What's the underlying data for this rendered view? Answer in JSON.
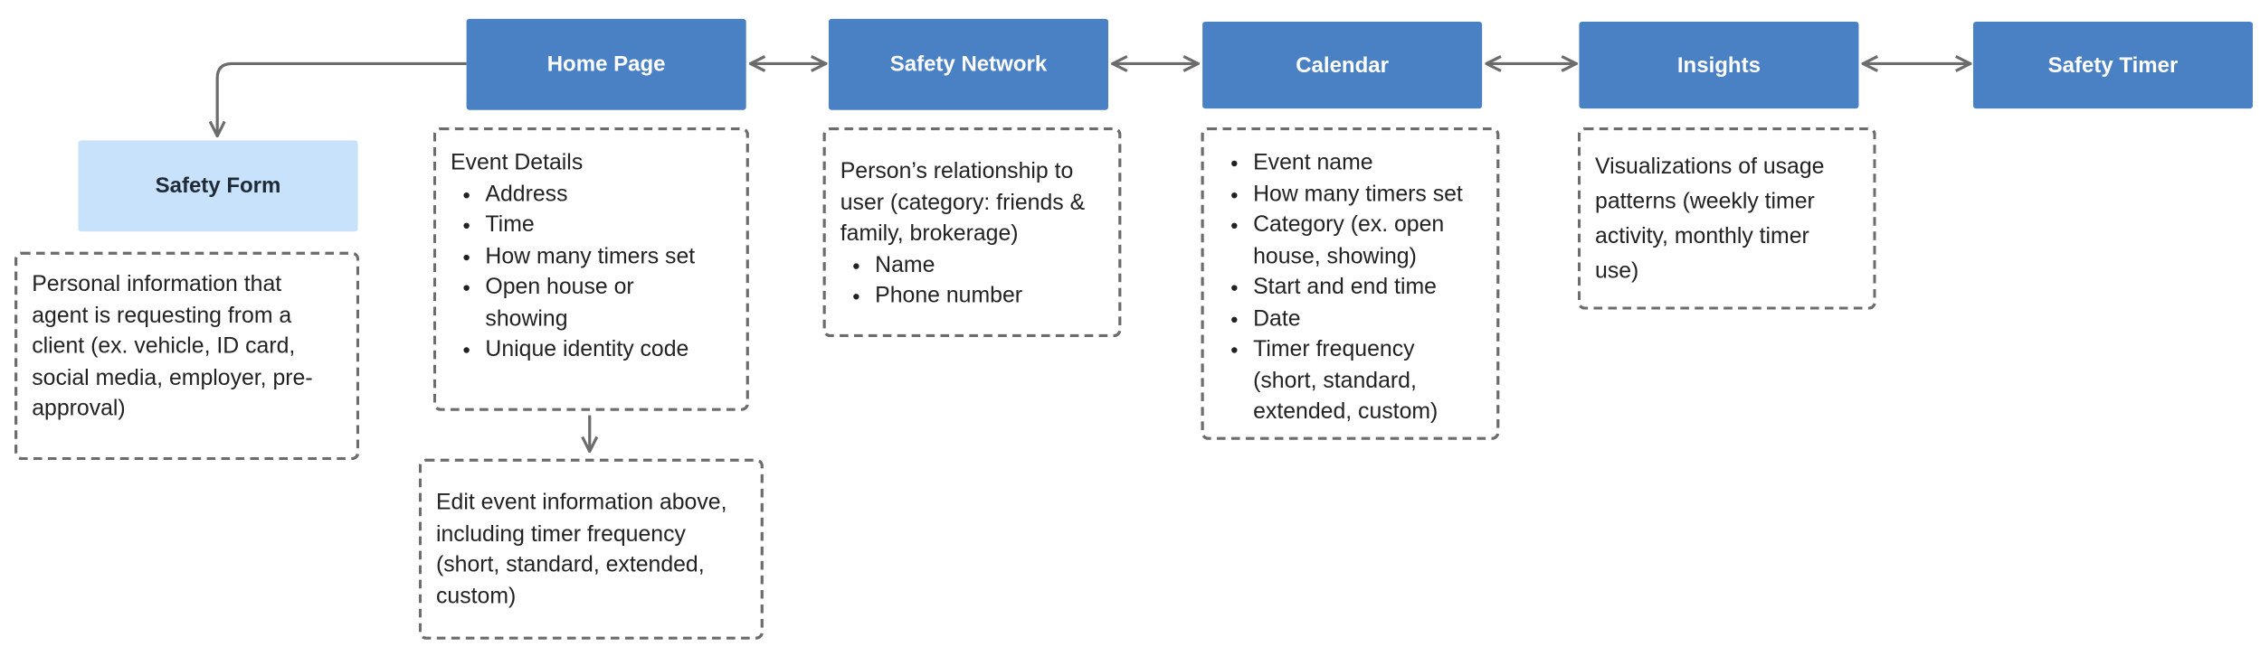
{
  "nodes": {
    "home_page": "Home Page",
    "safety_network": "Safety Network",
    "calendar": "Calendar",
    "insights": "Insights",
    "safety_timer": "Safety Timer",
    "safety_form": "Safety Form"
  },
  "notes": {
    "safety_form": "Personal information that agent is requesting from a client (ex. vehicle, ID card, social media, employer, pre-approval)",
    "home_page": {
      "heading": "Event Details",
      "items": [
        "Address",
        "Time",
        "How many timers set",
        "Open house or showing",
        "Unique identity code"
      ]
    },
    "edit_event": "Edit event information above, including timer frequency (short, standard, extended, custom)",
    "safety_network": {
      "heading": "Person’s relationship to user (category: friends & family, brokerage)",
      "items": [
        "Name",
        "Phone number"
      ]
    },
    "calendar": {
      "items": [
        "Event name",
        "How many timers set",
        "Category (ex. open house, showing)",
        "Start and end time",
        "Date",
        "Timer frequency (short, standard, extended, custom)"
      ]
    },
    "insights": "Visualizations of usage patterns (weekly timer activity, monthly timer use)"
  },
  "colors": {
    "primary_node": "#4a80c4",
    "secondary_node": "#c9e2fb",
    "connector": "#6c6c6c"
  }
}
